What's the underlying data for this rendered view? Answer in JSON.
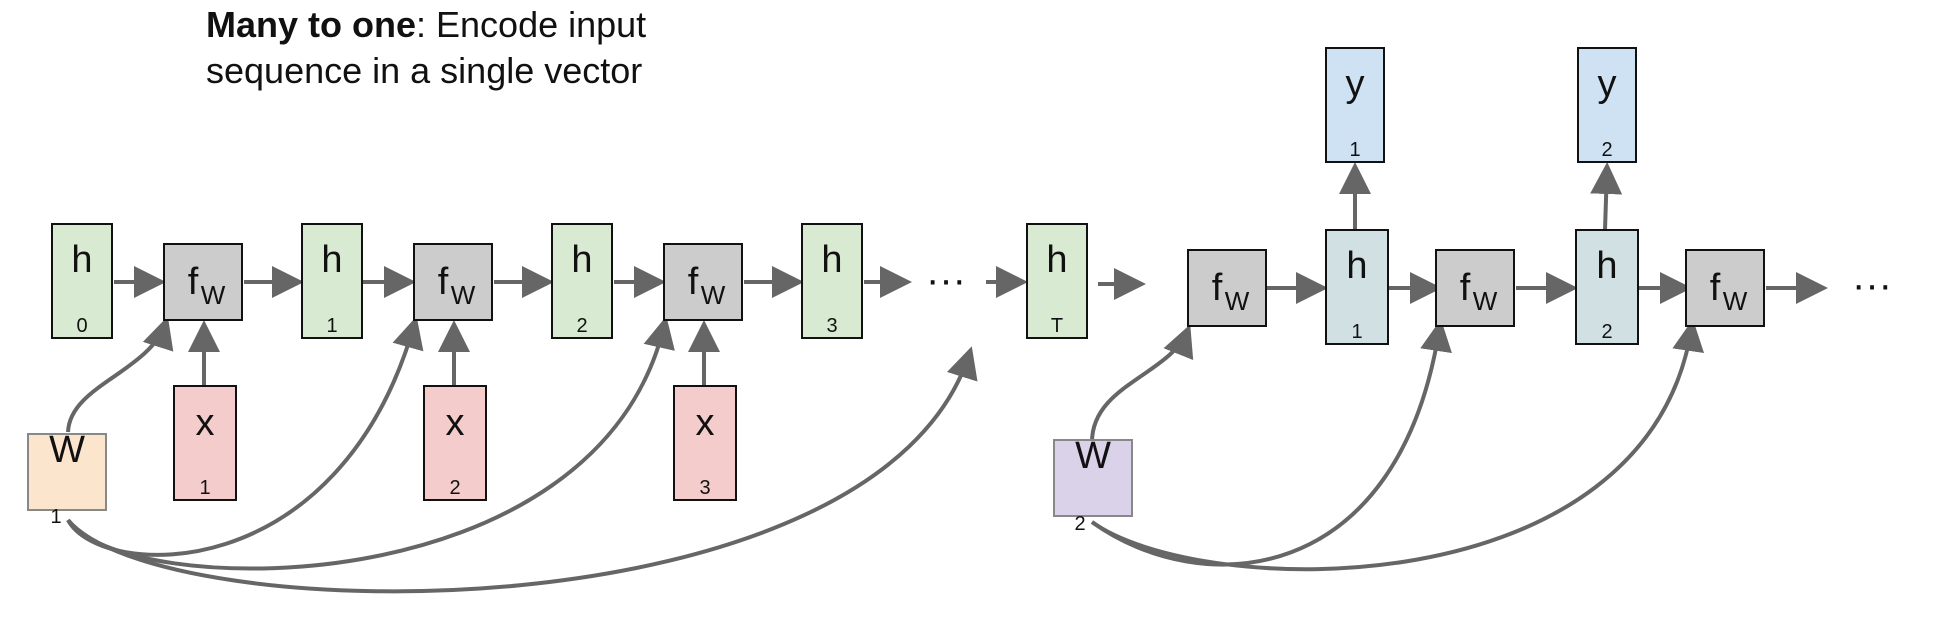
{
  "title": {
    "bold": "Many to one",
    "rest": ": Encode input",
    "line2": "sequence in a single vector"
  },
  "colors": {
    "hidden_green": "#d9ead3",
    "fw_gray": "#cccccc",
    "input_pink": "#f4cccc",
    "weight1_orange": "#fce5cd",
    "weight2_purple": "#d9d2e9",
    "hidden_teal": "#d0e0e3",
    "output_blue": "#cfe2f3",
    "arrow": "#666666"
  },
  "left": {
    "hidden": [
      {
        "main": "h",
        "sub": "0"
      },
      {
        "main": "h",
        "sub": "1"
      },
      {
        "main": "h",
        "sub": "2"
      },
      {
        "main": "h",
        "sub": "3"
      },
      {
        "main": "h",
        "sub": "T"
      }
    ],
    "fw": {
      "main": "f",
      "sub": "W"
    },
    "inputs": [
      {
        "main": "x",
        "sub": "1"
      },
      {
        "main": "x",
        "sub": "2"
      },
      {
        "main": "x",
        "sub": "3"
      }
    ],
    "weight": {
      "main": "W",
      "sub": "1"
    },
    "ellipsis": "···"
  },
  "right": {
    "fw": {
      "main": "f",
      "sub": "W"
    },
    "hidden": [
      {
        "main": "h",
        "sub": "1"
      },
      {
        "main": "h",
        "sub": "2"
      }
    ],
    "outputs": [
      {
        "main": "y",
        "sub": "1"
      },
      {
        "main": "y",
        "sub": "2"
      }
    ],
    "weight": {
      "main": "W",
      "sub": "2"
    },
    "ellipsis": "···"
  }
}
